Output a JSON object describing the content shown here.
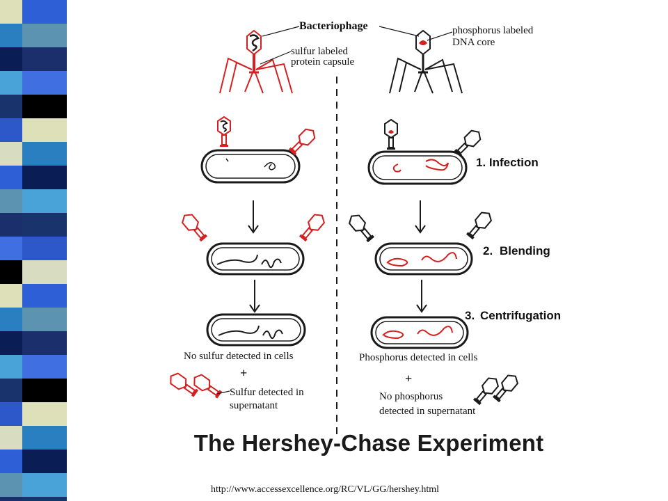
{
  "labels": {
    "bacteriophage": "Bacteriophage",
    "sulfur_line1": "sulfur labeled",
    "sulfur_line2": "protein capsule",
    "phosphorus_line1": "phosphorus labeled",
    "phosphorus_line2": "DNA core"
  },
  "steps": {
    "infection": "1. Infection",
    "blending_num": "2.",
    "blending": "Blending",
    "centrifugation_num": "3.",
    "centrifugation": "Centrifugation"
  },
  "results": {
    "left_cells": "No sulfur detected in cells",
    "left_plus": "+",
    "left_super1": "Sulfur detected in",
    "left_super2": "supernatant",
    "right_cells": "Phosphorus detected in cells",
    "right_plus": "+",
    "right_super1": "No phosphorus",
    "right_super2": "detected in supernatant"
  },
  "title": "The Hershey-Chase Experiment",
  "source_url": "http://www.accessexcellence.org/RC/VL/GG/hershey.html",
  "colors": {
    "sulfur_red": "#d42020",
    "ink": "#1a1a1a",
    "stripe": [
      "#2f5fd6",
      "#5b93b0",
      "#1a2f6b",
      "#3f6fe0",
      "#000000",
      "#dde0b8",
      "#2a7fc0",
      "#0a1e55",
      "#4aa3d8",
      "#19336d",
      "#2c58c9",
      "#d8dcc0"
    ]
  }
}
